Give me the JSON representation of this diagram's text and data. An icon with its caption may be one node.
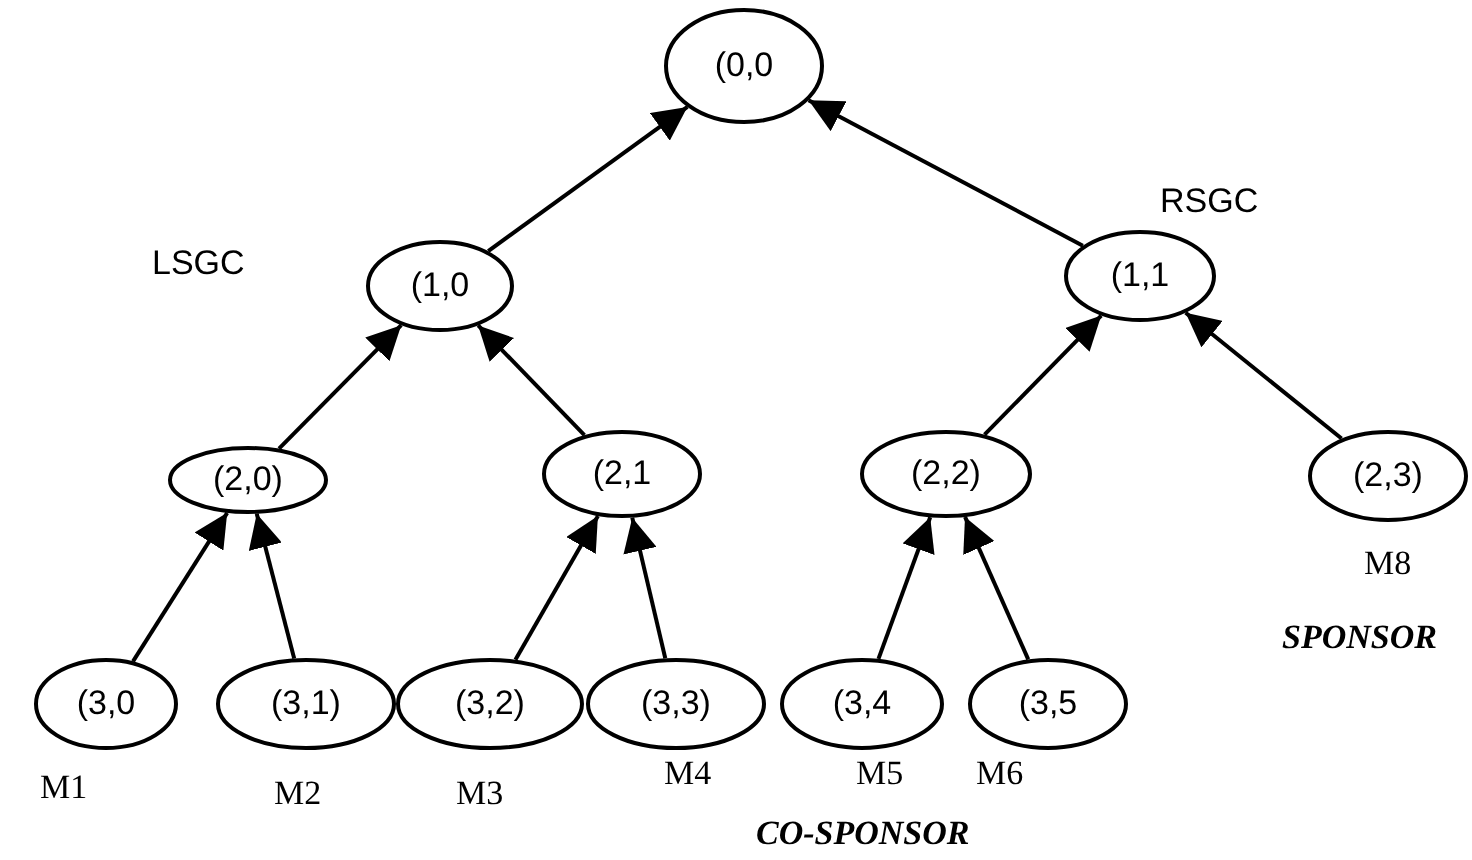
{
  "diagram": {
    "nodes": [
      {
        "text": [
          "(0,0"
        ]
      },
      {
        "text": [
          "(1,0"
        ],
        "beside": [
          "LSGC"
        ]
      },
      {
        "text": [
          "(1,1"
        ],
        "beside": [
          "RSGC"
        ]
      },
      {
        "text": [
          "(2,0)"
        ]
      },
      {
        "text": [
          "(2,1"
        ]
      },
      {
        "text": [
          "(2,2)"
        ]
      },
      {
        "text": [
          "(2,3)"
        ],
        "beside": [
          "M8"
        ]
      },
      {
        "text": [
          "(3,0"
        ],
        "beside": [
          "M1"
        ]
      },
      {
        "text": [
          "(3,1)"
        ],
        "beside": [
          "M2"
        ]
      },
      {
        "text": [
          "(3,2)"
        ],
        "beside": [
          "M3"
        ]
      },
      {
        "text": [
          "(3,3)"
        ],
        "beside": [
          "M4"
        ]
      },
      {
        "text": [
          "(3,4"
        ],
        "beside": [
          "M5"
        ]
      },
      {
        "text": [
          "(3,5"
        ],
        "beside": [
          "M6"
        ]
      }
    ],
    "edges": [
      {
        "from": 1,
        "to": 0,
        "arrow": "to"
      },
      {
        "from": 2,
        "to": 0,
        "arrow": "to"
      },
      {
        "from": 3,
        "to": 1,
        "arrow": "to"
      },
      {
        "from": 4,
        "to": 1,
        "arrow": "to"
      },
      {
        "from": 5,
        "to": 2,
        "arrow": "to"
      },
      {
        "from": 6,
        "to": 2,
        "arrow": "to"
      },
      {
        "from": 7,
        "to": 3,
        "arrow": "to"
      },
      {
        "from": 8,
        "to": 3,
        "arrow": "to"
      },
      {
        "from": 9,
        "to": 4,
        "arrow": "to"
      },
      {
        "from": 10,
        "to": 4,
        "arrow": "to"
      },
      {
        "from": 11,
        "to": 5,
        "arrow": "to"
      },
      {
        "from": 12,
        "to": 5,
        "arrow": "to"
      }
    ],
    "labels": [
      "SPONSOR",
      "CO-SPONSOR"
    ]
  }
}
